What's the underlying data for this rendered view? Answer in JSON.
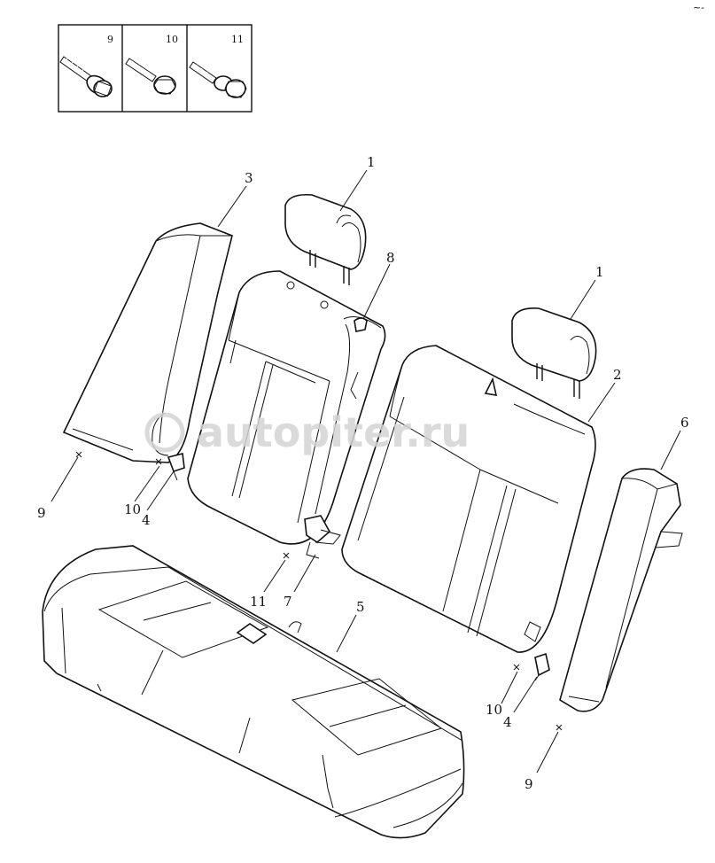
{
  "inset": {
    "fasteners": [
      {
        "number": "9",
        "icon": "flange-bolt-icon"
      },
      {
        "number": "10",
        "icon": "hex-bolt-icon"
      },
      {
        "number": "11",
        "icon": "bolt-with-washer-icon"
      }
    ]
  },
  "callouts": {
    "headrest_left": "1",
    "headrest_right": "1",
    "seatback_right": "2",
    "side_bolster_left": "3",
    "hinge_bracket_left": "4",
    "hinge_bracket_right": "4",
    "seat_cushion": "5",
    "side_bolster_right": "6",
    "center_latch": "7",
    "latch_top": "8",
    "bolt_9_left": "9",
    "bolt_9_right": "9",
    "bolt_10_left": "10",
    "bolt_10_right": "10",
    "bolt_11_center": "11"
  },
  "watermark": "autopiter.ru",
  "corner_mark": "~-"
}
